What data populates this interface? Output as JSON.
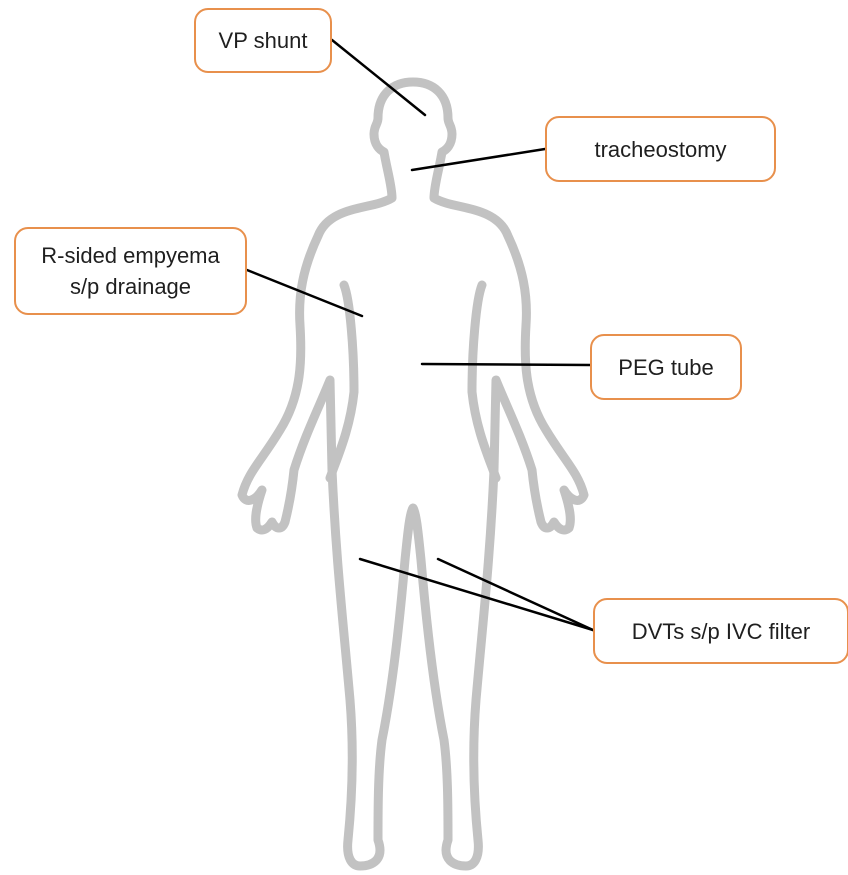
{
  "colors": {
    "callout_border": "#e8904c",
    "body_outline": "#c2c2c2",
    "leader_line": "#000000",
    "text": "#1f1f1f"
  },
  "icon": "human-body-outline",
  "callouts": {
    "vp_shunt": "VP shunt",
    "tracheostomy": "tracheostomy",
    "empyema": "R-sided empyema\ns/p drainage",
    "peg_tube": "PEG tube",
    "dvt": "DVTs s/p IVC filter"
  }
}
